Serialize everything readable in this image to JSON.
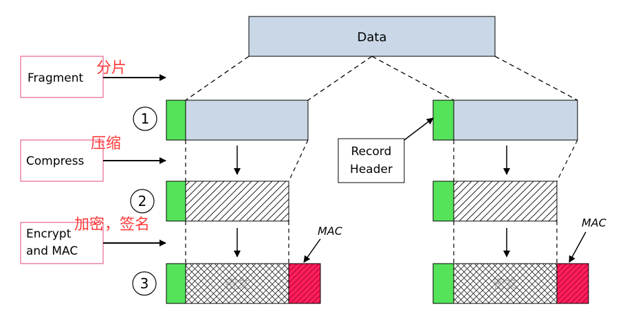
{
  "data_block": {
    "label": "Data"
  },
  "steps": [
    {
      "label": "Fragment",
      "annotation": "分片"
    },
    {
      "label": "Compress",
      "annotation": "压缩"
    },
    {
      "label_line1": "Encrypt",
      "label_line2": "and MAC",
      "annotation": "加密，签名"
    }
  ],
  "step_numbers": [
    "1",
    "2",
    "3"
  ],
  "callouts": {
    "record_header_line1": "Record",
    "record_header_line2": "Header",
    "mac": "MAC"
  },
  "ciphertext_label": "密文",
  "colors": {
    "data_fill": "#c9d7e6",
    "header_green": "#55e35a",
    "mac_red": "#ff1f5a",
    "annotation_red": "#ff3b3b",
    "step_box_border": "#e0457a"
  }
}
